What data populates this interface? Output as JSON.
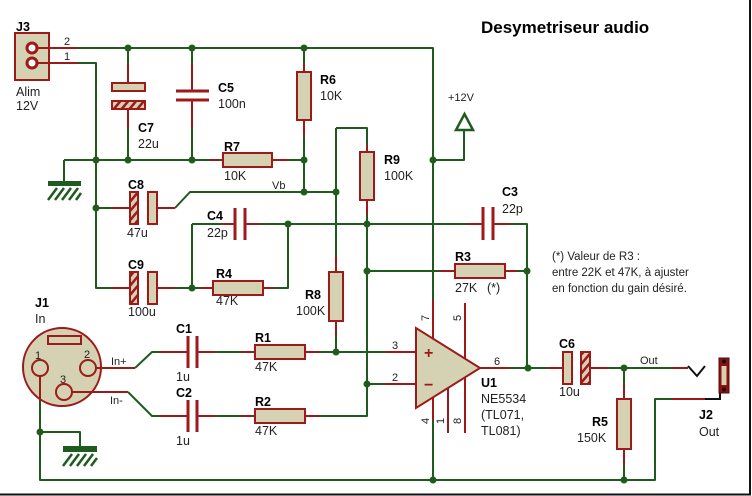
{
  "title": "Desymetriseur audio",
  "components": {
    "J3": {
      "ref": "J3",
      "label1": "Alim",
      "label2": "12V",
      "pin_2": "2",
      "pin_1": "1"
    },
    "C7": {
      "ref": "C7",
      "value": "22u"
    },
    "C5": {
      "ref": "C5",
      "value": "100n"
    },
    "R6": {
      "ref": "R6",
      "value": "10K"
    },
    "R7": {
      "ref": "R7",
      "value": "10K"
    },
    "R9": {
      "ref": "R9",
      "value": "100K"
    },
    "C8": {
      "ref": "C8",
      "value": "47u"
    },
    "C4": {
      "ref": "C4",
      "value": "22p"
    },
    "C9": {
      "ref": "C9",
      "value": "100u"
    },
    "R4": {
      "ref": "R4",
      "value": "47K"
    },
    "R8": {
      "ref": "R8",
      "value": "100K"
    },
    "C3": {
      "ref": "C3",
      "value": "22p"
    },
    "R3": {
      "ref": "R3",
      "value": "27K",
      "mark": "(*)"
    },
    "C1": {
      "ref": "C1",
      "value": "1u"
    },
    "C2": {
      "ref": "C2",
      "value": "1u"
    },
    "R1": {
      "ref": "R1",
      "value": "47K"
    },
    "R2": {
      "ref": "R2",
      "value": "47K"
    },
    "C6": {
      "ref": "C6",
      "value": "10u"
    },
    "R5": {
      "ref": "R5",
      "value": "150K"
    },
    "J1": {
      "ref": "J1",
      "value": "In",
      "pins": [
        "1",
        "2",
        "3"
      ]
    },
    "J2": {
      "ref": "J2",
      "value": "Out"
    },
    "U1": {
      "ref": "U1",
      "part": "NE5534",
      "alt1": "(TL071,",
      "alt2": "TL081)",
      "pins": {
        "p7": "7",
        "p5": "5",
        "p3": "3",
        "p2": "2",
        "p6": "6",
        "p4": "4",
        "p1": "1",
        "p8": "8"
      },
      "plus": "+",
      "minus": "−"
    }
  },
  "nets": {
    "vb": "Vb",
    "vcc": "+12V",
    "in_plus": "In+",
    "in_minus": "In-",
    "out": "Out"
  },
  "note": [
    "(*) Valeur de R3 :",
    "entre 22K et 47K, à ajuster",
    "en fonction du gain désiré."
  ],
  "colors": {
    "wire": "#1f5b1f",
    "lead": "#9c1a1a",
    "body": "#d5d1b3"
  }
}
